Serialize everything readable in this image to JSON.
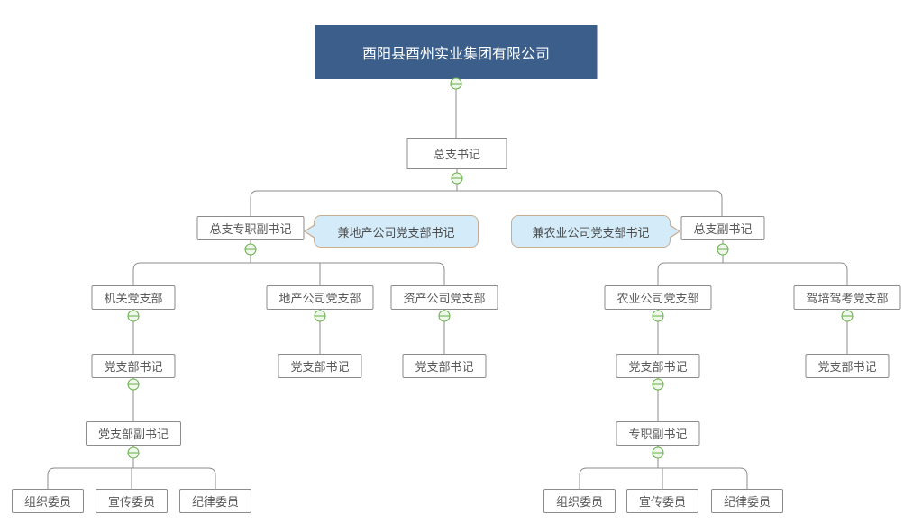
{
  "nodes": {
    "root": "酉阳县酉州实业集团有限公司",
    "general_secretary": "总支书记",
    "full_time_deputy_secretary": "总支专职副书记",
    "deputy_secretary": "总支副书记",
    "office_branch": "机关党支部",
    "realestate_branch": "地产公司党支部",
    "asset_branch": "资产公司党支部",
    "agriculture_branch": "农业公司党支部",
    "driving_branch": "驾培驾考党支部",
    "branch_secretary": "党支部书记",
    "branch_deputy_secretary": "党支部副书记",
    "branch_full_time_deputy": "专职副书记",
    "organization_committee": "组织委员",
    "publicity_committee": "宣传委员",
    "discipline_committee": "纪律委员"
  },
  "callouts": {
    "left": "兼地产公司党支部书记",
    "right": "兼农业公司党支部书记"
  },
  "icons": {
    "collapse": "minus-circle"
  },
  "colors": {
    "root_fill": "#3b5f8a",
    "root_text": "#ffffff",
    "node_border": "#8c8c8c",
    "node_text": "#595959",
    "connector_line": "#8c8c8c",
    "collapse_green": "#62ae45",
    "collapse_fill": "#f0f8eb",
    "callout_fill": "#d4ecf9",
    "callout_border": "#c8ad93"
  }
}
